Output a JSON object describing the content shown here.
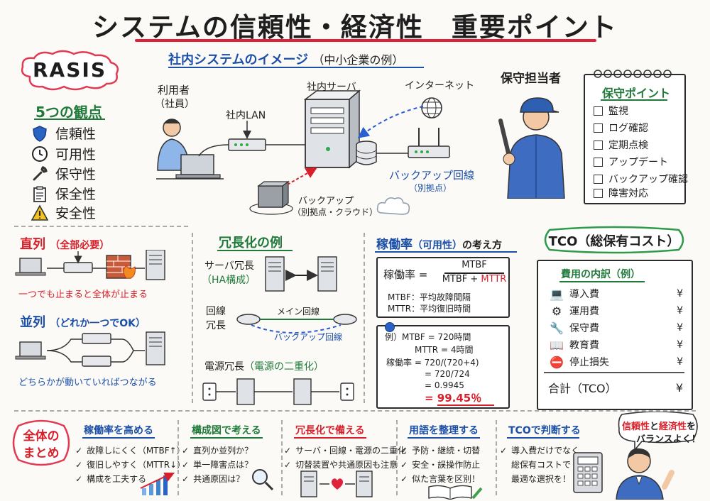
{
  "title": "システムの信頼性・経済性　重要ポイント",
  "rasis": {
    "badge": "RASIS",
    "heading": "5つの観点",
    "items": [
      {
        "icon": "shield-icon",
        "label": "信頼性"
      },
      {
        "icon": "clock-icon",
        "label": "可用性"
      },
      {
        "icon": "wrench-icon",
        "label": "保守性"
      },
      {
        "icon": "clipboard-icon",
        "label": "保全性"
      },
      {
        "icon": "warning-icon",
        "label": "安全性"
      }
    ]
  },
  "system": {
    "heading": "社内システムのイメージ",
    "heading_sub": "（中小企業の例）",
    "user_label": "利用者",
    "user_sub": "（社員）",
    "lan_label": "社内LAN",
    "server_label": "社内サーバ",
    "internet_label": "インターネット",
    "backup_line_label": "バックアップ回線",
    "backup_line_sub": "（別拠点）",
    "backup_label": "バックアップ",
    "backup_sub": "（別拠点・クラウド）"
  },
  "maintenance": {
    "person_label": "保守担当者",
    "heading": "保守ポイント",
    "items": [
      "監視",
      "ログ確認",
      "定期点検",
      "アップデート",
      "バックアップ確認",
      "障害対応"
    ]
  },
  "series_parallel": {
    "series_heading": "直列",
    "series_note": "（全部必要）",
    "series_caption": "一つでも止まると全体が止まる",
    "parallel_heading": "並列",
    "parallel_note": "（どれか一つでOK）",
    "parallel_caption": "どちらかが動いていればつながる"
  },
  "redundancy": {
    "heading": "冗長化の例",
    "server_label": "サーバ冗長",
    "server_sub": "（HA構成）",
    "line_label": "回線",
    "line_label2": "冗長",
    "main_line": "メイン回線",
    "backup_line": "バックアップ回線",
    "power_label": "電源冗長",
    "power_sub": "（電源の二重化）"
  },
  "availability": {
    "heading": "稼働率",
    "heading_mid": "（可用性）",
    "heading_tail": "の考え方",
    "formula_label": "稼働率 =",
    "numerator": "MTBF",
    "denominator_a": "MTBF + ",
    "denominator_b": "MTTR",
    "mtbf_def": "MTBF：平均故障間隔",
    "mttr_def": "MTTR：平均復旧時間",
    "example_lines": [
      "例）MTBF = 720時間",
      "MTTR = 4時間",
      "稼働率 = 720/(720+4)",
      "= 720/724",
      "= 0.9945"
    ],
    "result": "= 99.45％"
  },
  "tco": {
    "heading": "TCO（総保有コスト）",
    "sub_heading": "費用の内訳（例）",
    "items": [
      {
        "icon": "laptop-icon",
        "label": "導入費",
        "value": "¥"
      },
      {
        "icon": "gear-icon",
        "label": "運用費",
        "value": "¥"
      },
      {
        "icon": "wrench-icon",
        "label": "保守費",
        "value": "¥"
      },
      {
        "icon": "book-icon",
        "label": "教育費",
        "value": "¥"
      },
      {
        "icon": "stop-icon",
        "label": "停止損失",
        "value": "¥"
      }
    ],
    "total_label": "合計（TCO）",
    "total_value": "¥"
  },
  "summary": {
    "badge_line1": "全体の",
    "badge_line2": "まとめ",
    "columns": [
      {
        "heading": "稼働率を高める",
        "items": [
          "故障しにくく（MTBF↑）",
          "復旧しやすく（MTTR↓）",
          "構成を工夫する"
        ]
      },
      {
        "heading": "構成図で考える",
        "items": [
          "直列か並列か？",
          "単一障害点は？",
          "共通原因は？"
        ]
      },
      {
        "heading": "冗長化で備える",
        "items": [
          "サーバ・回線・電源の二重化",
          "切替装置や共通原因も注意"
        ]
      },
      {
        "heading": "用語を整理する",
        "items": [
          "予防・継続・切替",
          "安全・誤操作防止",
          "似た言葉を区別！"
        ]
      },
      {
        "heading": "TCOで判断する",
        "items": [
          "導入費だけでなく",
          "総保有コストで",
          "最適な選択を！"
        ]
      }
    ],
    "bubble_line1a": "信頼性",
    "bubble_line1b": "と",
    "bubble_line1c": "経済性",
    "bubble_line1d": "を",
    "bubble_line2": "バランスよく！"
  }
}
